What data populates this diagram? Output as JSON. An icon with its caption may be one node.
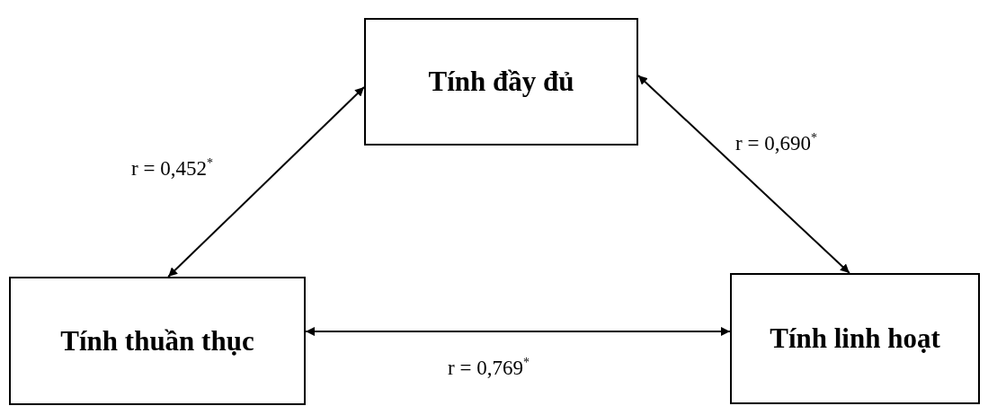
{
  "diagram": {
    "nodes": [
      {
        "text": [
          "Tính đầy đủ"
        ]
      },
      {
        "text": [
          "Tính thuần thục"
        ]
      },
      {
        "text": [
          "Tính linh hoạt"
        ]
      }
    ],
    "edges": [
      {
        "from": 0,
        "to": 1,
        "arrow": "both",
        "label": "r = 0,452$^{*}$"
      },
      {
        "from": 0,
        "to": 2,
        "arrow": "both",
        "label": "r = 0,690$^{*}$"
      },
      {
        "from": 1,
        "to": 2,
        "arrow": "both",
        "label": "r = 0,769$^{*}$"
      }
    ]
  }
}
